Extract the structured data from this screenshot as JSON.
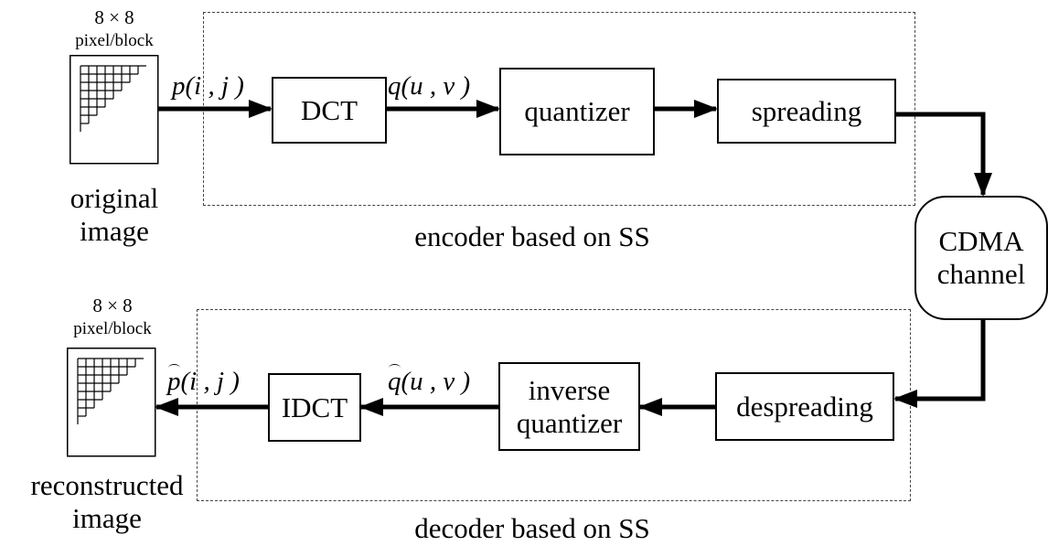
{
  "encoder": {
    "group_label": "encoder based on SS",
    "blocks": {
      "dct": "DCT",
      "quantizer": "quantizer",
      "spreading": "spreading"
    },
    "signals": {
      "input": "p(i , j )",
      "coeff": "q(u , v )"
    }
  },
  "decoder": {
    "group_label": "decoder based on SS",
    "blocks": {
      "idct": "IDCT",
      "inverse_quantizer_line1": "inverse",
      "inverse_quantizer_line2": "quantizer",
      "despreading": "despreading"
    },
    "signals": {
      "output_func": "p",
      "output_args": "(i , j )",
      "coeff_func": "q",
      "coeff_args": "(u , v )"
    }
  },
  "channel": {
    "line1": "CDMA",
    "line2": "channel"
  },
  "original": {
    "block_size": "8 × 8",
    "unit": "pixel/block",
    "label_line1": "original",
    "label_line2": "image"
  },
  "reconstructed": {
    "block_size": "8 × 8",
    "unit": "pixel/block",
    "label_line1": "reconstructed",
    "label_line2": "image"
  }
}
